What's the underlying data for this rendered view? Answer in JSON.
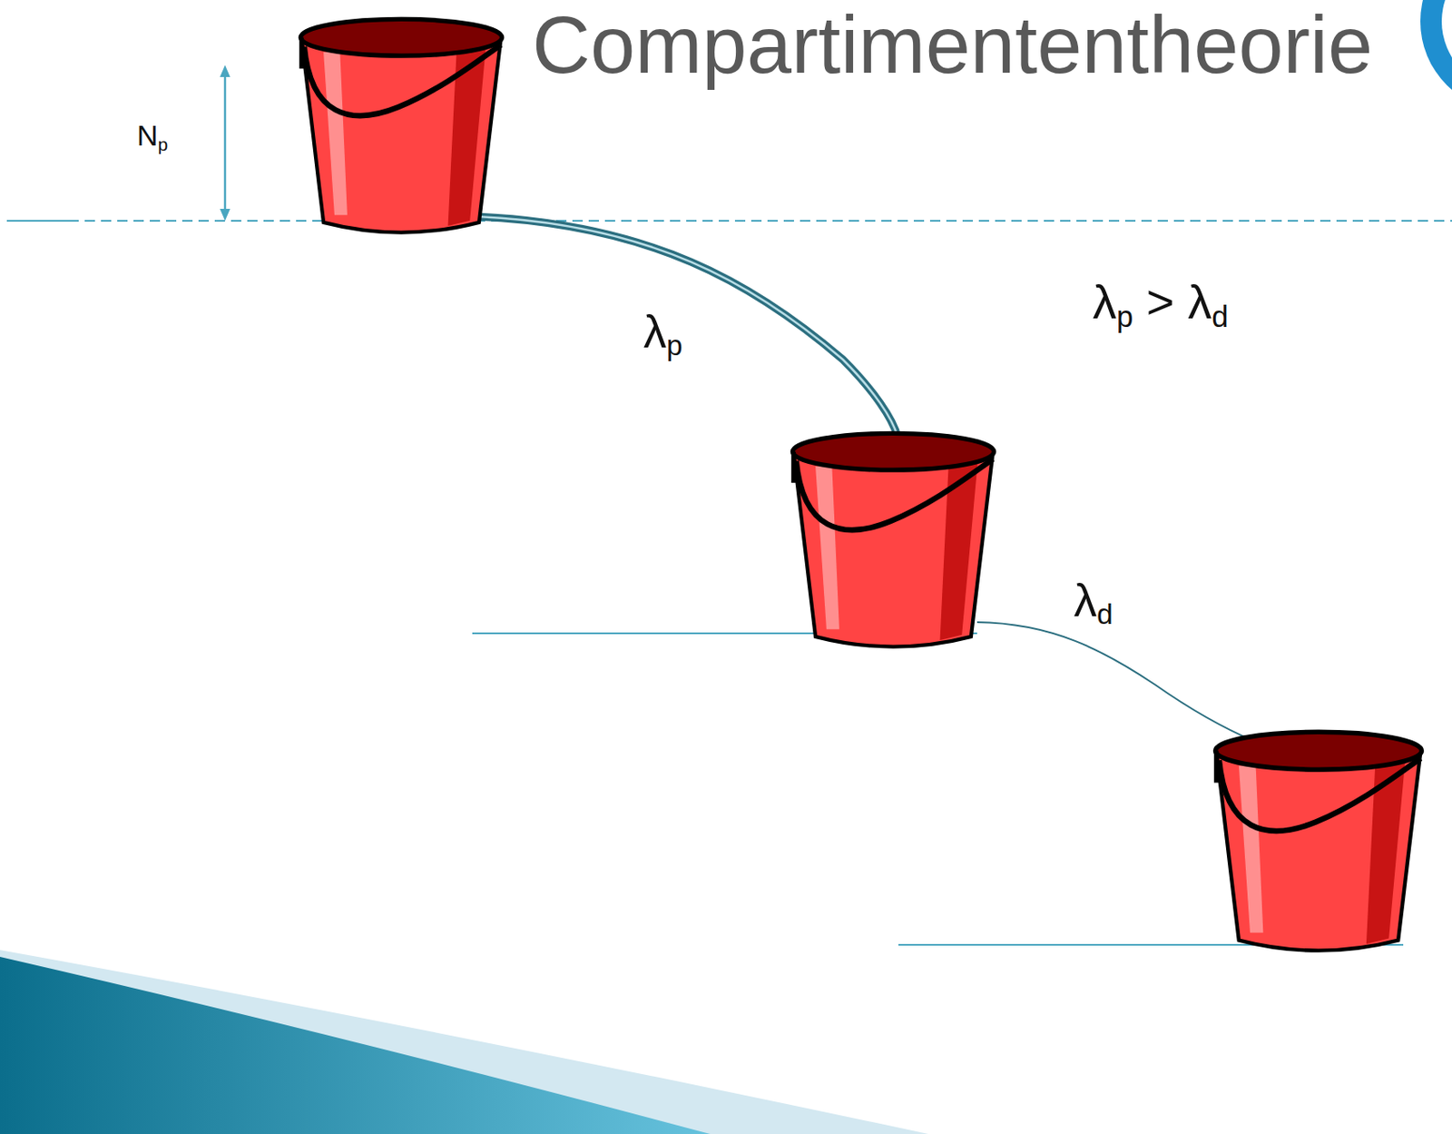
{
  "diagram": {
    "title": "Compartimententheorie",
    "labels": [
      "Np",
      "λp",
      "λp > λd",
      "λd"
    ]
  }
}
